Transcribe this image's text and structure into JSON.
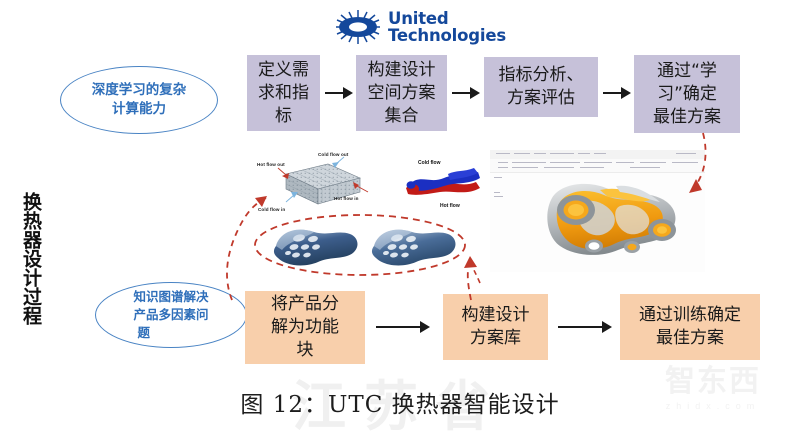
{
  "logo": {
    "name": "united-technologies-logo",
    "line1": "United",
    "line2": "Technologies",
    "mark": "sunburst-icon",
    "color": "#14489b"
  },
  "vertical_title": "换热器设计过程",
  "colors": {
    "purple_box": "#c6c1d9",
    "orange_box": "#f8cfab",
    "ellipse_blue": "#4a84c4",
    "ellipse_text": "#2f6fba",
    "dashed_red": "#c0392b",
    "arrow_black": "#1a1a1a"
  },
  "top_track": {
    "callout": "深度学习的复杂\n计算能力",
    "callout_line1": "深度学习的复杂",
    "callout_line2": "计算能力",
    "steps": [
      {
        "label": "定义需\n求和指\n标",
        "lines": [
          "定义需",
          "求和指",
          "标"
        ]
      },
      {
        "label": "构建设计\n空间方案\n集合",
        "lines": [
          "构建设计",
          "空间方案",
          "集合"
        ]
      },
      {
        "label": "指标分析、\n方案评估",
        "lines": [
          "指标分析、",
          "方案评估"
        ]
      },
      {
        "label": "通过“学\n习”确定\n最佳方案",
        "lines": [
          "通过“学",
          "习”确定",
          "最佳方案"
        ]
      }
    ]
  },
  "bottom_track": {
    "callout_line1": "知识图谱解决",
    "callout_line2": "产品多因素问",
    "callout_line3": "题",
    "steps": [
      {
        "lines": [
          "将产品分",
          "解为功能",
          "块"
        ]
      },
      {
        "lines": [
          "构建设计",
          "方案库"
        ]
      },
      {
        "lines": [
          "通过训练确定",
          "最佳方案"
        ]
      }
    ]
  },
  "figures": {
    "mesh_model": {
      "name": "heat-exchanger-mesh-diagram",
      "labels": [
        "Hot flow out",
        "Cold flow out",
        "Cold flow in",
        "Hot flow in"
      ]
    },
    "flow_model": {
      "name": "hot-cold-flow-passage-model",
      "labels": [
        "Cold flow",
        "Hot flow"
      ]
    },
    "parts": {
      "name": "heat-exchanger-plate-parts",
      "count": 2
    },
    "cad_window": {
      "name": "cad-software-window",
      "model": "optimized-bracket-model"
    }
  },
  "caption": "图 12：UTC 换热器智能设计",
  "watermark": {
    "big_text": "江苏省",
    "logo_text": "智东西",
    "logo_sub": "zhidx.com"
  }
}
